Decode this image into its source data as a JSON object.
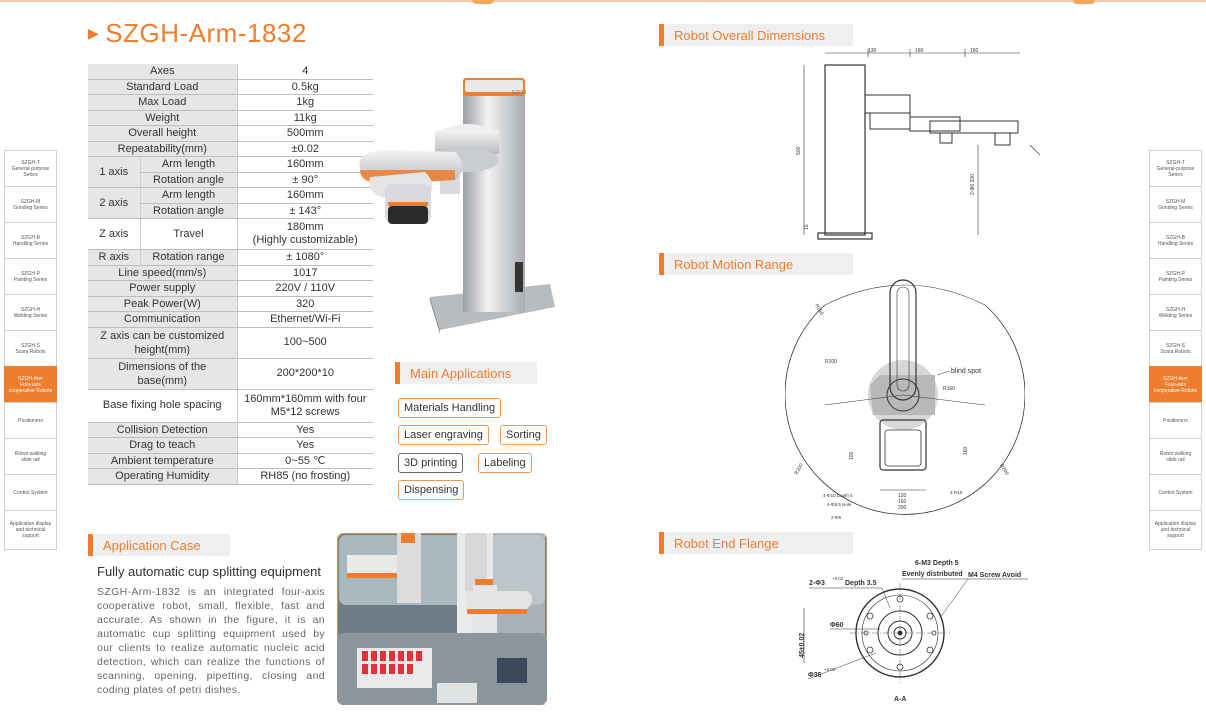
{
  "title": "SZGH-Arm-1832",
  "sidebar_left": [
    "SZGH-T\nGeneral-purpose\nSeries",
    "SZGH-M\nGrinding Series",
    "SZGH-B\nHandling Series",
    "SZGH-P\nPainting Series",
    "SZGH-H\nWelding Series",
    "SZGH-S\nScara Robots",
    "SZGH-Arm\nFour-axis\ncooperative Robots",
    "Positioners",
    "Robot walking\nslide rail",
    "Control System",
    "Application display\nand technical\nsupport"
  ],
  "sidebar_active_index": 6,
  "specs": {
    "axes": {
      "label": "Axes",
      "value": "4"
    },
    "standard_load": {
      "label": "Standard Load",
      "value": "0.5kg"
    },
    "max_load": {
      "label": "Max Load",
      "value": "1kg"
    },
    "weight": {
      "label": "Weight",
      "value": "11kg"
    },
    "overall_height": {
      "label": "Overall height",
      "value": "500mm"
    },
    "repeatability": {
      "label": "Repeatability(mm)",
      "value": "±0.02"
    },
    "axis1": {
      "label": "1 axis",
      "arm_length_label": "Arm length",
      "arm_length": "160mm",
      "rotation_label": "Rotation angle",
      "rotation": "± 90°"
    },
    "axis2": {
      "label": "2 axis",
      "arm_length_label": "Arm length",
      "arm_length": "160mm",
      "rotation_label": "Rotation angle",
      "rotation": "± 143°"
    },
    "zaxis": {
      "label": "Z axis",
      "travel_label": "Travel",
      "travel_line1": "180mm",
      "travel_line2": "(Highly customizable)"
    },
    "raxis": {
      "label": "R axis",
      "rotation_label": "Rotation range",
      "rotation": "± 1080°"
    },
    "line_speed": {
      "label": "Line speed(mm/s)",
      "value": "1017"
    },
    "power_supply": {
      "label": "Power supply",
      "value": "220V / 110V"
    },
    "peak_power": {
      "label": "Peak Power(W)",
      "value": "320"
    },
    "communication": {
      "label": "Communication",
      "value": "Ethernet/Wi-Fi"
    },
    "zaxis_custom": {
      "label_line1": "Z axis can be customized",
      "label_line2": "height(mm)",
      "value": "100~500"
    },
    "base_dims": {
      "label_line1": "Dimensions of the",
      "label_line2": "base(mm)",
      "value": "200*200*10"
    },
    "base_holes": {
      "label": "Base fixing hole spacing",
      "value_line1": "160mm*160mm with four",
      "value_line2": "M5*12 screws"
    },
    "collision": {
      "label": "Collision Detection",
      "value": "Yes"
    },
    "drag": {
      "label": "Drag to teach",
      "value": "Yes"
    },
    "ambient": {
      "label": "Ambient temperature",
      "value": "0~55 ℃"
    },
    "humidity": {
      "label": "Operating Humidity",
      "value": "RH85 (no frosting)"
    }
  },
  "robot_brand_label": "SZGH",
  "main_applications": {
    "header": "Main Applications",
    "tags": [
      "Materials Handling",
      "Laser engraving",
      "Sorting",
      "3D printing",
      "Labeling",
      "Dispensing"
    ]
  },
  "application_case": {
    "header": "Application Case",
    "subtitle": "Fully automatic cup splitting equipment",
    "body": "SZGH-Arm-1832 is an integrated four-axis cooperative robot, small, flexible, fast and accurate.  As shown in the figure, it is an automatic cup splitting equipment used by our clients to realize automatic nucleic acid detection, which can realize the functions of scanning, opening, pipetting, closing and coding plates of petri dishes."
  },
  "dimensions": {
    "header": "Robot Overall Dimensions",
    "labels": {
      "top1": "130",
      "top2": "160",
      "top3": "160",
      "height": "500",
      "reach": "2-Φ6 200",
      "foot": "15"
    }
  },
  "motion_range": {
    "header": "Robot Motion Range",
    "labels": {
      "blind": "blind spot",
      "r1": "R160",
      "r2": "R100",
      "r3": "R200",
      "r4": "R200",
      "r5": "R160",
      "v1": "100",
      "v2": "160",
      "h1": "120",
      "h2": "160",
      "h3": "200",
      "hole1": "4-Φ10 Depth 5",
      "hole2": "4-Φ5.5 Hole",
      "hole3": "2-Φ6",
      "hole4": "4-R10"
    }
  },
  "end_flange": {
    "header": "Robot End Flange",
    "labels": {
      "m3": "6-M3 Depth 5",
      "evenly": "Evenly distributed",
      "m4": "M4 Screw Avoid",
      "pin": "2-Φ3",
      "pin_tol": "+0.02",
      "pin_depth": "Depth 3.5",
      "d60": "Φ60",
      "height": "45±0.02",
      "d36": "Φ36",
      "d36_tol": "+0.03",
      "section": "A-A"
    }
  },
  "colors": {
    "accent": "#ee7d2d",
    "header_bg": "#efefef",
    "table_key_bg": "#e6e6e6"
  }
}
